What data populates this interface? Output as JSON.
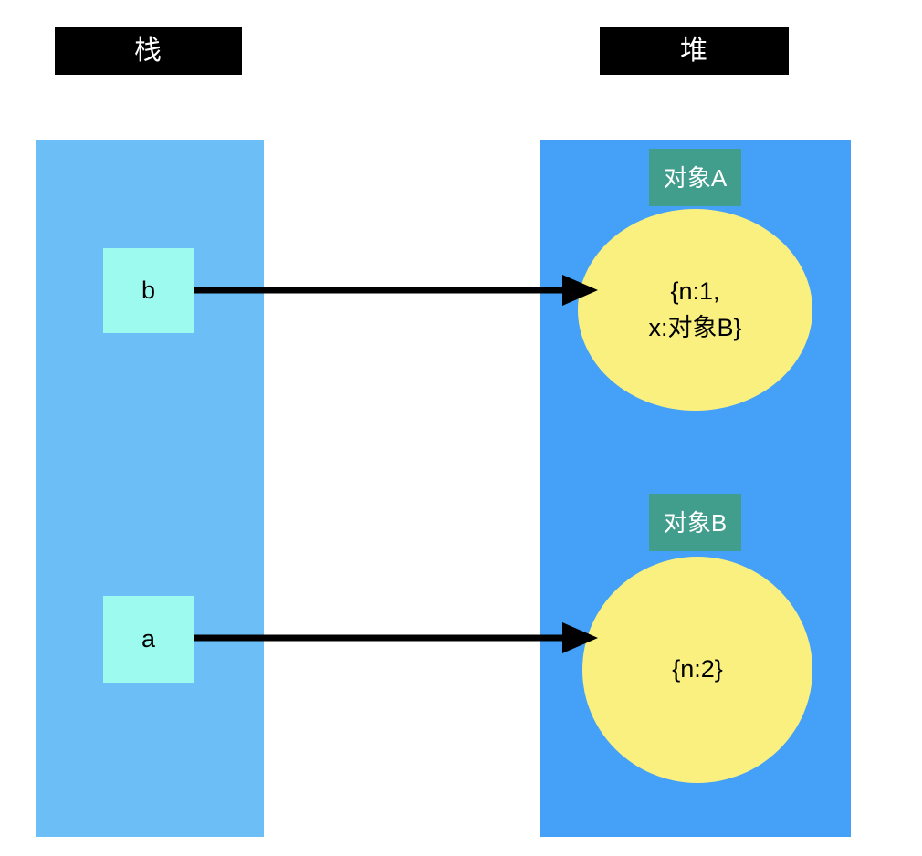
{
  "diagram": {
    "title_stack": "栈",
    "title_heap": "堆",
    "stack": {
      "variables": [
        {
          "name": "b",
          "label": "b"
        },
        {
          "name": "a",
          "label": "a"
        }
      ]
    },
    "heap": {
      "objects": [
        {
          "tag": "对象A",
          "content_lines": [
            "{n:1,",
            "x:对象B}"
          ]
        },
        {
          "tag": "对象B",
          "content_lines": [
            "{n:2}"
          ]
        }
      ]
    },
    "arrows": [
      {
        "from": "b",
        "to": "对象A"
      },
      {
        "from": "a",
        "to": "对象B"
      }
    ],
    "colors": {
      "header_bg": "#000000",
      "header_text": "#ffffff",
      "stack_panel": "#6CBEF7",
      "heap_panel": "#45A0F8",
      "var_box": "#9CFAEF",
      "object_tag": "#419E8D",
      "object_circle": "#FAF07F",
      "arrow": "#000000"
    }
  }
}
